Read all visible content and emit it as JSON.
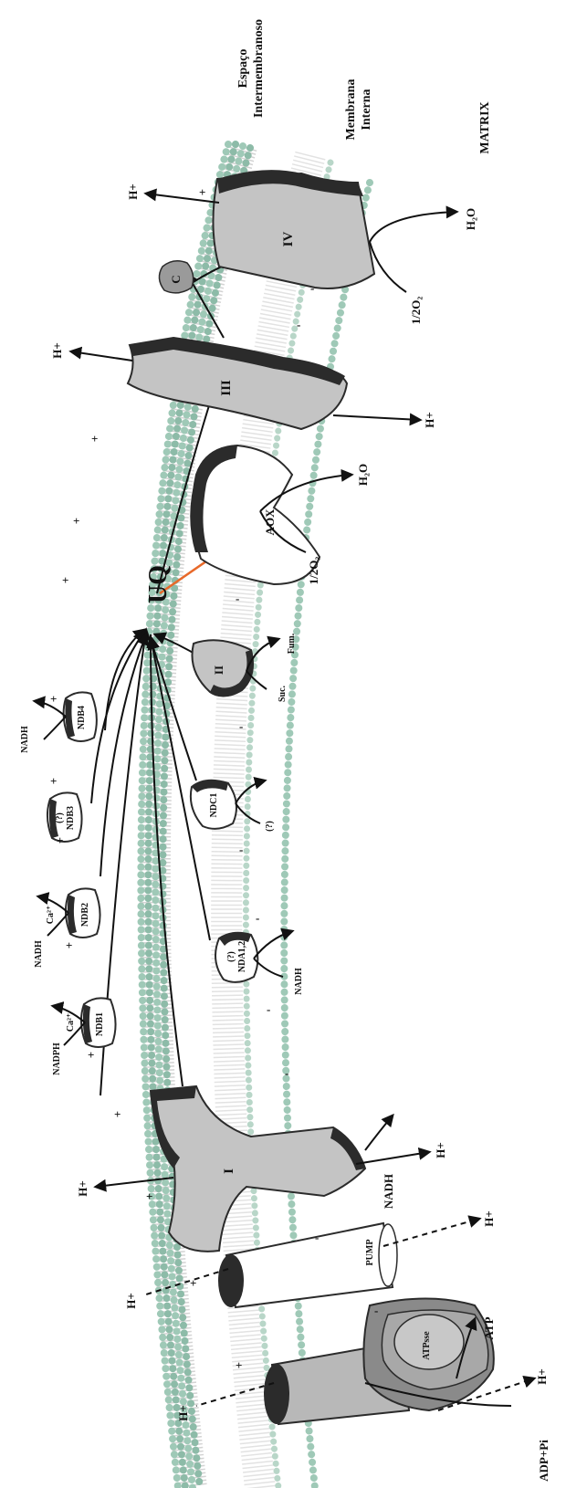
{
  "regions": {
    "ims_line1": "Espaço",
    "ims_line2": "Intermembranoso",
    "im_line1": "Membrana",
    "im_line2": "Interna",
    "matrix": "MATRIX"
  },
  "hub": "UQ",
  "complexes": {
    "c1": "I",
    "c2": "II",
    "c3": "III",
    "c4": "IV",
    "cytc": "C",
    "aox": "AOX",
    "pump": "PUMP",
    "atpsyn": "ATPsse"
  },
  "nd": {
    "ndb1": "NDB1",
    "ndb2": "NDB2",
    "ndb3": "NDB3",
    "ndb4": "NDB4",
    "ndc1": "NDC1",
    "nda": "NDA1,2",
    "q": "(?)"
  },
  "substrates": {
    "nadh": "NADH",
    "nadph": "NADPH",
    "ca": "Ca²⁺",
    "suc": "Suc.",
    "fum": "Fum.",
    "q": "(?)",
    "o2": "1/2O₂",
    "h2o": "H₂O",
    "atp": "ATP",
    "adp": "ADP+Pi"
  },
  "protons": {
    "hplus": "H+",
    "plus": "+",
    "minus": "-"
  },
  "colors": {
    "lipid_head": "#9fc9b7",
    "lipid_stroke": "#5d8c78",
    "tail": "#9a9a9a",
    "protein": "#c4c4c4",
    "protein_dark": "#2b2b2b",
    "aox_arrow": "#e8692a"
  }
}
